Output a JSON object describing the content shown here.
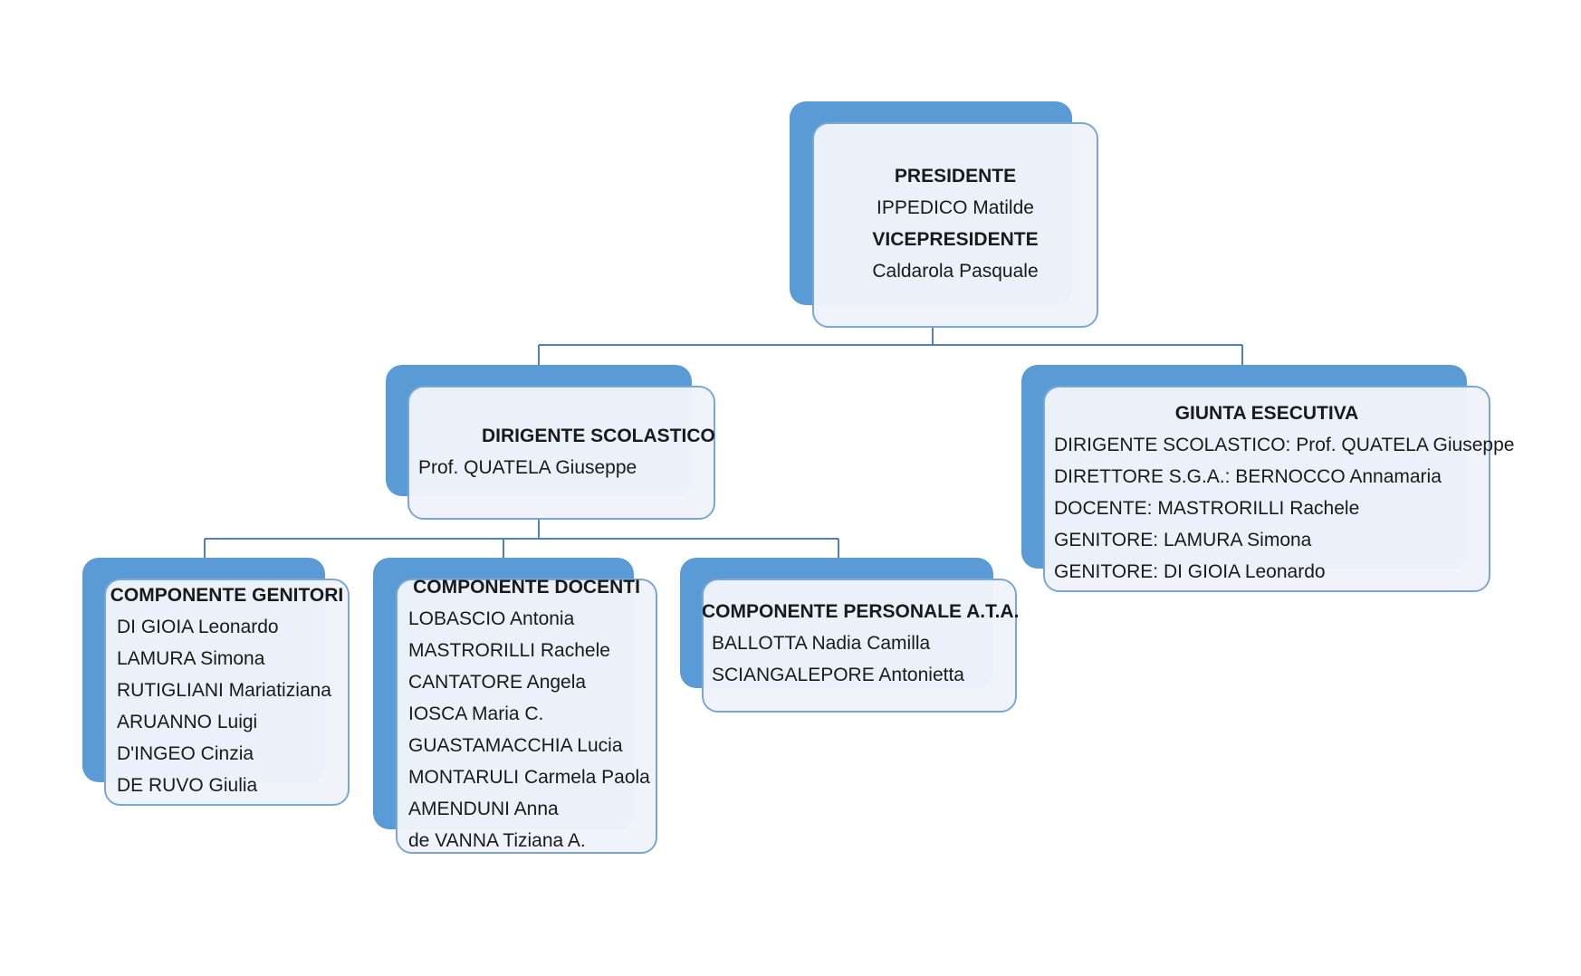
{
  "presidenza": {
    "title_president": "PRESIDENTE",
    "president": "IPPEDICO Matilde",
    "title_vice": "VICEPRESIDENTE",
    "vice": "Caldarola Pasquale"
  },
  "dirigente": {
    "title": "DIRIGENTE SCOLASTICO",
    "name": "Prof. QUATELA Giuseppe"
  },
  "giunta": {
    "title": "GIUNTA ESECUTIVA",
    "members": [
      "DIRIGENTE SCOLASTICO: Prof. QUATELA Giuseppe",
      "DIRETTORE S.G.A.: BERNOCCO Annamaria",
      "DOCENTE: MASTRORILLI Rachele",
      "GENITORE: LAMURA Simona",
      "GENITORE: DI GIOIA Leonardo"
    ]
  },
  "genitori": {
    "title": "COMPONENTE GENITORI",
    "members": [
      "DI GIOIA Leonardo",
      "LAMURA Simona",
      "RUTIGLIANI Mariatiziana",
      "ARUANNO Luigi",
      "D'INGEO Cinzia",
      "DE RUVO Giulia"
    ]
  },
  "docenti": {
    "title": "COMPONENTE DOCENTI",
    "members": [
      "LOBASCIO Antonia",
      "MASTRORILLI Rachele",
      "CANTATORE Angela",
      "IOSCA Maria C.",
      "GUASTAMACCHIA Lucia",
      "MONTARULI Carmela Paola",
      "AMENDUNI Anna",
      "de VANNA Tiziana A."
    ]
  },
  "ata": {
    "title": "COMPONENTE PERSONALE A.T.A.",
    "members": [
      "BALLOTTA Nadia Camilla",
      "SCIANGALEPORE Antonietta"
    ]
  },
  "colors": {
    "accent": "#5b9bd5",
    "border": "#7aa7d6",
    "card": "#f0f4fa",
    "connector": "#4f81bd"
  }
}
